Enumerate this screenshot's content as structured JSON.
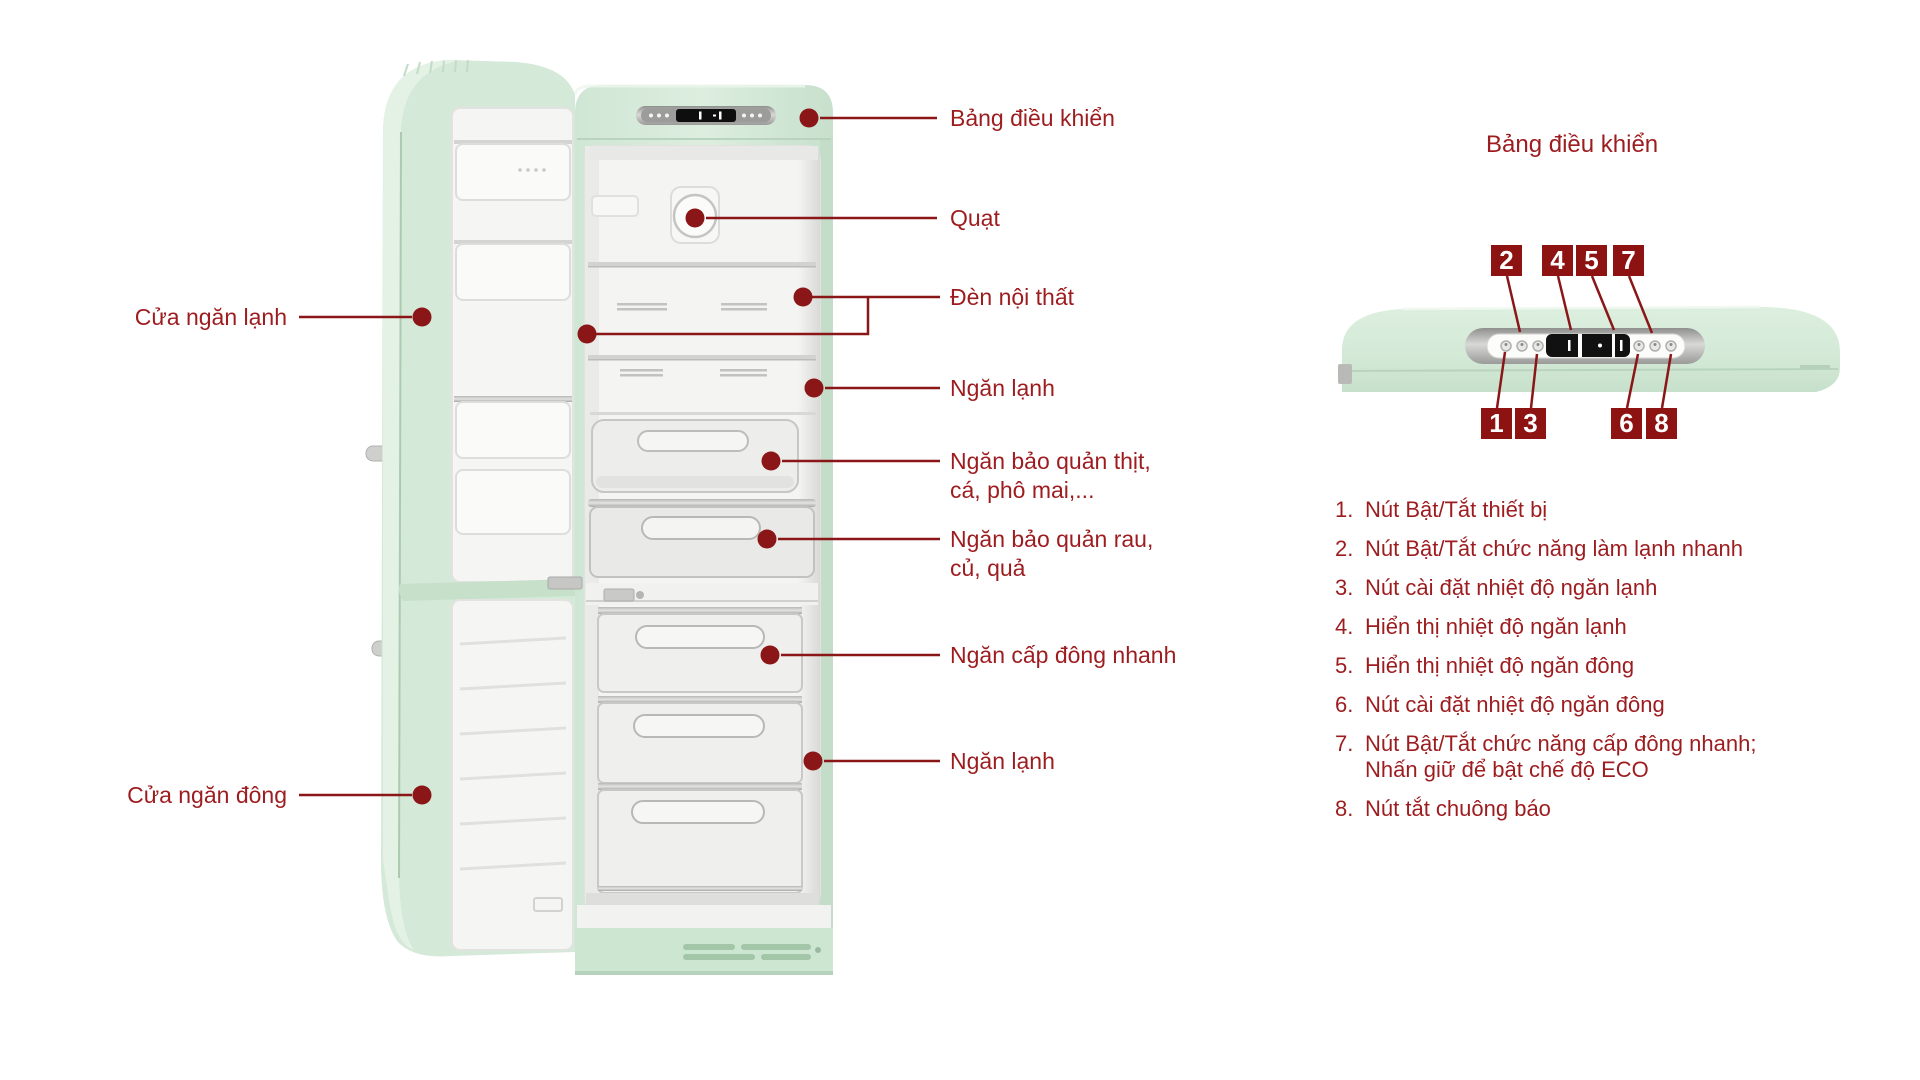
{
  "colors": {
    "accent_text": "#9d1c1f",
    "accent_line": "#8b1618",
    "number_box_bg": "#8d1313",
    "fridge_green": "#d8ebd9"
  },
  "fridge_callouts": {
    "control_panel": "Bảng điều khiển",
    "fan": "Quạt",
    "interior_light": "Đèn nội thất",
    "fridge_compartment": "Ngăn lạnh",
    "meat_drawer_line1": "Ngăn bảo quản thịt,",
    "meat_drawer_line2": "cá, phô mai,...",
    "veg_drawer_line1": "Ngăn bảo quản rau,",
    "veg_drawer_line2": "củ, quả",
    "quick_freeze": "Ngăn cấp đông nhanh",
    "freezer_compartment": "Ngăn lạnh",
    "fridge_door": "Cửa ngăn lạnh",
    "freezer_door": "Cửa ngăn đông"
  },
  "panel": {
    "title": "Bảng điều khiển",
    "numbers_top": [
      "2",
      "4",
      "5",
      "7"
    ],
    "numbers_bottom": [
      "1",
      "3",
      "6",
      "8"
    ],
    "legend": [
      {
        "num": "1.",
        "line1": "Nút Bật/Tắt thiết bị",
        "line2": ""
      },
      {
        "num": "2.",
        "line1": "Nút Bật/Tắt chức năng làm lạnh nhanh",
        "line2": ""
      },
      {
        "num": "3.",
        "line1": "Nút cài đặt nhiệt độ ngăn lạnh",
        "line2": ""
      },
      {
        "num": "4.",
        "line1": "Hiển thị nhiệt độ ngăn lạnh",
        "line2": ""
      },
      {
        "num": "5.",
        "line1": "Hiển thị nhiệt độ ngăn đông",
        "line2": ""
      },
      {
        "num": "6.",
        "line1": "Nút cài đặt nhiệt độ ngăn đông",
        "line2": ""
      },
      {
        "num": "7.",
        "line1": "Nút Bật/Tắt chức năng cấp đông nhanh;",
        "line2": "Nhấn giữ để bật chế độ ECO"
      },
      {
        "num": "8.",
        "line1": "Nút tắt chuông báo",
        "line2": ""
      }
    ]
  }
}
